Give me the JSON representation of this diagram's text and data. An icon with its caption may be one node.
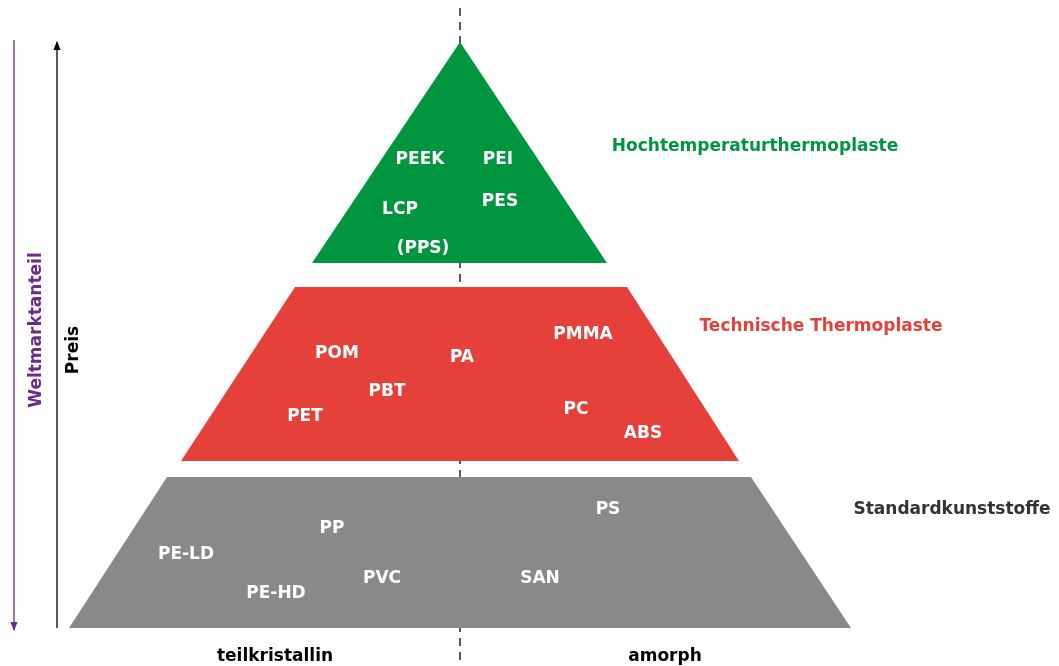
{
  "diagram": {
    "nodes": [
      {
        "text": [
          "Hochtemperaturthermoplaste",
          "PEEK",
          "PEI",
          "LCP",
          "PES",
          "(PPS)"
        ]
      },
      {
        "text": [
          "Technische Thermoplaste",
          "POM",
          "PA",
          "PMMA",
          "PBT",
          "PET",
          "PC",
          "ABS"
        ]
      },
      {
        "text": [
          "Standardkunststoffe",
          "PP",
          "PS",
          "PE-LD",
          "PVC",
          "SAN",
          "PE-HD"
        ]
      }
    ],
    "edges": [],
    "labels": [
      "Weltmarktanteil",
      "Preis",
      "teilkristallin",
      "amorph"
    ]
  }
}
